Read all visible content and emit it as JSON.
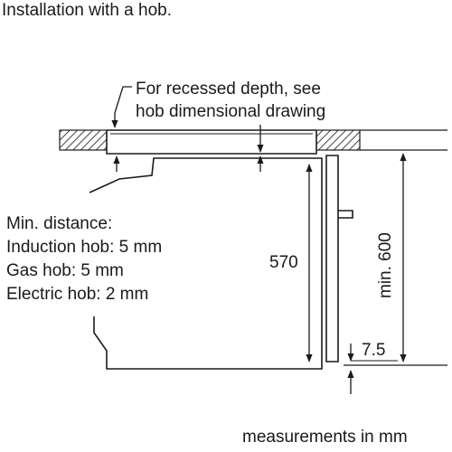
{
  "title": "Installation with a hob.",
  "recessed_note": [
    "For recessed depth, see",
    "hob dimensional drawing"
  ],
  "min_distance": {
    "heading": "Min. distance:",
    "lines": [
      "Induction hob: 5 mm",
      "Gas hob: 5 mm",
      "Electric hob: 2 mm"
    ]
  },
  "dimensions": {
    "oven_height": "570",
    "cabinet_min": "min. 600",
    "bottom_gap": "7.5"
  },
  "units_note": "measurements in mm"
}
